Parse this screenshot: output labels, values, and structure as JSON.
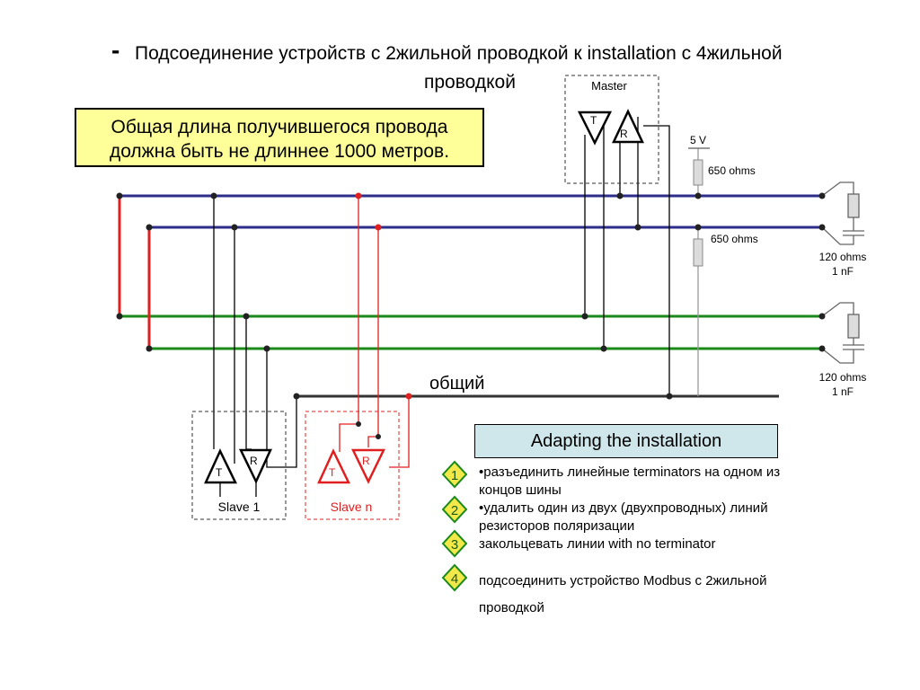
{
  "title": {
    "dash": "-",
    "line1": "Подсоединение устройств с 2жильной проводкой к installation с 4жильной",
    "line2": "проводкой"
  },
  "note": {
    "line1": "Общая длина получившегося провода",
    "line2": "должна быть не длиннее 1000 метров."
  },
  "master": {
    "label": "Master",
    "t": "T",
    "r": "R"
  },
  "slave1": {
    "label": "Slave 1",
    "t": "T",
    "r": "R"
  },
  "slaven": {
    "label": "Slave n",
    "t": "T",
    "r": "R"
  },
  "supply": {
    "voltage": "5 V",
    "res_top": "650 ohms",
    "res_bottom": "650 ohms"
  },
  "terminator1": {
    "res": "120 ohms",
    "cap": "1 nF"
  },
  "terminator2": {
    "res": "120 ohms",
    "cap": "1 nF"
  },
  "common_label": "общий",
  "adapt": {
    "title": "Adapting the installation",
    "steps": [
      {
        "num": "1",
        "lines": [
          "•разъединить линейные terminators на одном из",
          "концов шины"
        ]
      },
      {
        "num": "2",
        "lines": [
          "•удалить один из двух (двухпроводных) линий",
          "резисторов поляризации"
        ]
      },
      {
        "num": "3",
        "lines": [
          "закольцевать линии with no terminator"
        ]
      },
      {
        "num": "4",
        "lines": [
          "подсоединить устройство Modbus с 2жильной",
          "проводкой"
        ]
      }
    ]
  },
  "colors": {
    "blue_line": "#2e2e8a",
    "green_line": "#1a8a1a",
    "red": "#e02020",
    "gray": "#9a9a9a",
    "note_bg": "#ffff99",
    "adapt_bg": "#cfe7ea",
    "badge": "#f2e84a"
  }
}
